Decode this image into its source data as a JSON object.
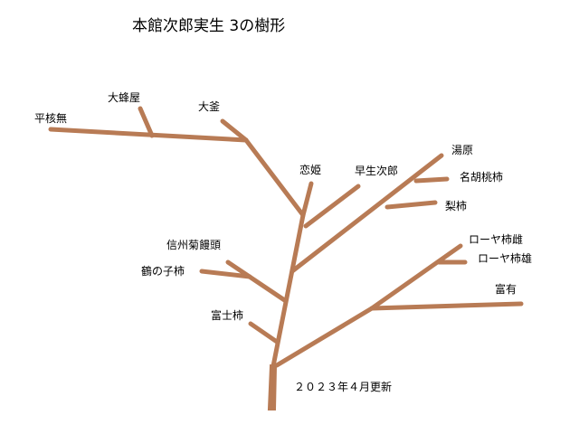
{
  "title": "本館次郎実生 3の樹形",
  "branch_color": "#b87b55",
  "labels": {
    "hiratanenashi": "平核無",
    "taihachiya": "大蜂屋",
    "ogama": "大釜",
    "koihime": "恋姫",
    "wasejiro": "早生次郎",
    "yubara": "湯原",
    "meikotohgaki": "名胡桃柿",
    "nashigaki": "梨柿",
    "loya_female": "ローヤ柿雌",
    "loya_male": "ローヤ柿雄",
    "fuyu": "富有",
    "shinshu": "信州菊饅頭",
    "tsurunoko": "鶴の子柿",
    "fujigaki": "富士柿"
  },
  "update_note": "２０２３年４月更新"
}
